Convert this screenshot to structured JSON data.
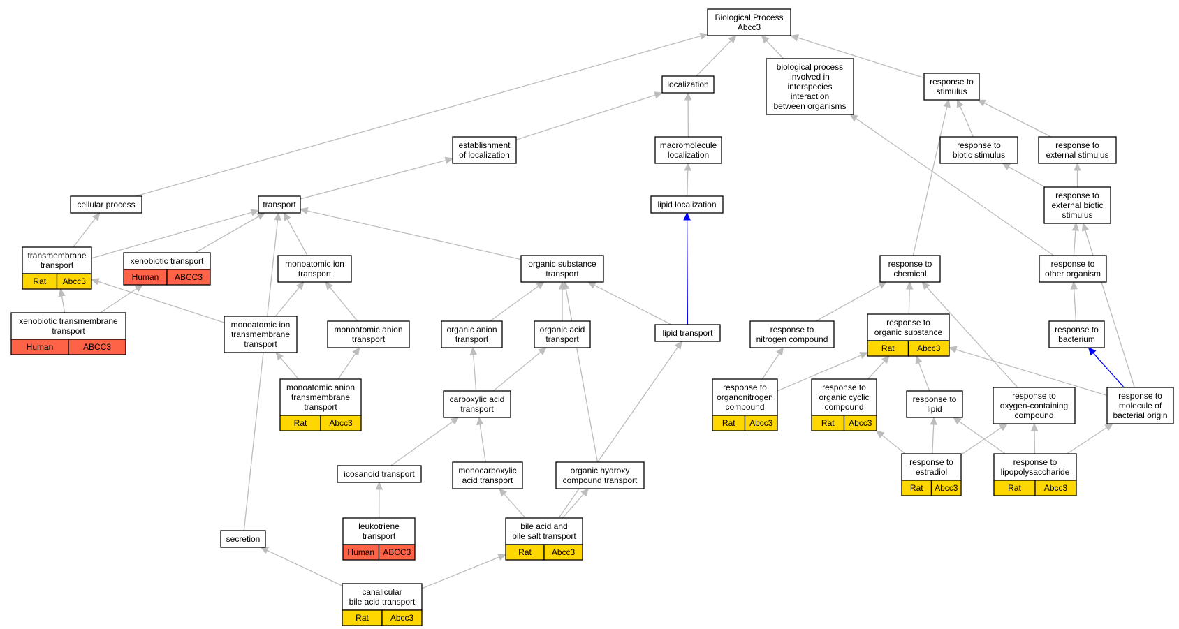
{
  "colors": {
    "rat": "#ffd700",
    "human": "#ff6347",
    "edge": "#bdbdbd",
    "highlight_edge": "#0000ff"
  },
  "nodes": [
    {
      "id": "bp",
      "lines": [
        "Biological Process",
        "Abcc3"
      ]
    },
    {
      "id": "localization",
      "lines": [
        "localization"
      ]
    },
    {
      "id": "interspecies",
      "lines": [
        "biological process",
        "involved in",
        "interspecies",
        "interaction",
        "between organisms"
      ]
    },
    {
      "id": "resp_stim",
      "lines": [
        "response to",
        "stimulus"
      ]
    },
    {
      "id": "estab_loc",
      "lines": [
        "establishment",
        "of localization"
      ]
    },
    {
      "id": "macro_loc",
      "lines": [
        "macromolecule",
        "localization"
      ]
    },
    {
      "id": "resp_biotic",
      "lines": [
        "response to",
        "biotic stimulus"
      ]
    },
    {
      "id": "resp_external",
      "lines": [
        "response to",
        "external stimulus"
      ]
    },
    {
      "id": "cellular_process",
      "lines": [
        "cellular process"
      ]
    },
    {
      "id": "transport",
      "lines": [
        "transport"
      ]
    },
    {
      "id": "lipid_loc",
      "lines": [
        "lipid localization"
      ]
    },
    {
      "id": "resp_ext_biotic",
      "lines": [
        "response to",
        "external biotic",
        "stimulus"
      ]
    },
    {
      "id": "tm_transport",
      "lines": [
        "transmembrane",
        "transport"
      ],
      "species": [
        "Rat",
        "Abcc3"
      ],
      "color": "rat"
    },
    {
      "id": "xeno_transport",
      "lines": [
        "xenobiotic transport"
      ],
      "species": [
        "Human",
        "ABCC3"
      ],
      "color": "human"
    },
    {
      "id": "ion_transport",
      "lines": [
        "monoatomic ion",
        "transport"
      ]
    },
    {
      "id": "org_sub_transport",
      "lines": [
        "organic substance",
        "transport"
      ]
    },
    {
      "id": "resp_chem",
      "lines": [
        "response to",
        "chemical"
      ]
    },
    {
      "id": "resp_other_org",
      "lines": [
        "response to",
        "other organism"
      ]
    },
    {
      "id": "xeno_tm",
      "lines": [
        "xenobiotic transmembrane",
        "transport"
      ],
      "species": [
        "Human",
        "ABCC3"
      ],
      "color": "human"
    },
    {
      "id": "ion_tm",
      "lines": [
        "monoatomic ion",
        "transmembrane",
        "transport"
      ]
    },
    {
      "id": "anion_transport",
      "lines": [
        "monoatomic anion",
        "transport"
      ]
    },
    {
      "id": "org_anion",
      "lines": [
        "organic anion",
        "transport"
      ]
    },
    {
      "id": "org_acid",
      "lines": [
        "organic acid",
        "transport"
      ]
    },
    {
      "id": "lipid_transport",
      "lines": [
        "lipid transport"
      ]
    },
    {
      "id": "resp_nitrogen",
      "lines": [
        "response to",
        "nitrogen compound"
      ]
    },
    {
      "id": "resp_org_sub",
      "lines": [
        "response to",
        "organic substance"
      ],
      "species": [
        "Rat",
        "Abcc3"
      ],
      "color": "rat"
    },
    {
      "id": "resp_bacterium",
      "lines": [
        "response to",
        "bacterium"
      ]
    },
    {
      "id": "anion_tm",
      "lines": [
        "monoatomic anion",
        "transmembrane",
        "transport"
      ],
      "species": [
        "Rat",
        "Abcc3"
      ],
      "color": "rat"
    },
    {
      "id": "carboxylic",
      "lines": [
        "carboxylic acid",
        "transport"
      ]
    },
    {
      "id": "resp_organonitrogen",
      "lines": [
        "response to",
        "organonitrogen",
        "compound"
      ],
      "species": [
        "Rat",
        "Abcc3"
      ],
      "color": "rat"
    },
    {
      "id": "resp_cyclic",
      "lines": [
        "response to",
        "organic cyclic",
        "compound"
      ],
      "species": [
        "Rat",
        "Abcc3"
      ],
      "color": "rat"
    },
    {
      "id": "resp_lipid",
      "lines": [
        "response to",
        "lipid"
      ]
    },
    {
      "id": "resp_oxygen",
      "lines": [
        "response to",
        "oxygen-containing",
        "compound"
      ]
    },
    {
      "id": "resp_mol_bact",
      "lines": [
        "response to",
        "molecule of",
        "bacterial origin"
      ]
    },
    {
      "id": "icosanoid",
      "lines": [
        "icosanoid transport"
      ]
    },
    {
      "id": "monocarboxylic",
      "lines": [
        "monocarboxylic",
        "acid transport"
      ]
    },
    {
      "id": "hydroxy",
      "lines": [
        "organic hydroxy",
        "compound transport"
      ]
    },
    {
      "id": "resp_estradiol",
      "lines": [
        "response to",
        "estradiol"
      ],
      "species": [
        "Rat",
        "Abcc3"
      ],
      "color": "rat"
    },
    {
      "id": "resp_lps",
      "lines": [
        "response to",
        "lipopolysaccharide"
      ],
      "species": [
        "Rat",
        "Abcc3"
      ],
      "color": "rat"
    },
    {
      "id": "leukotriene",
      "lines": [
        "leukotriene",
        "transport"
      ],
      "species": [
        "Human",
        "ABCC3"
      ],
      "color": "human"
    },
    {
      "id": "bile_acid",
      "lines": [
        "bile acid and",
        "bile salt transport"
      ],
      "species": [
        "Rat",
        "Abcc3"
      ],
      "color": "rat"
    },
    {
      "id": "secretion",
      "lines": [
        "secretion"
      ]
    },
    {
      "id": "canalicular",
      "lines": [
        "canalicular",
        "bile acid transport"
      ],
      "species": [
        "Rat",
        "Abcc3"
      ],
      "color": "rat"
    }
  ],
  "edges": [
    {
      "from": "cellular_process",
      "to": "bp"
    },
    {
      "from": "localization",
      "to": "bp"
    },
    {
      "from": "interspecies",
      "to": "bp"
    },
    {
      "from": "resp_stim",
      "to": "bp"
    },
    {
      "from": "estab_loc",
      "to": "localization"
    },
    {
      "from": "macro_loc",
      "to": "localization"
    },
    {
      "from": "resp_biotic",
      "to": "resp_stim"
    },
    {
      "from": "resp_external",
      "to": "resp_stim"
    },
    {
      "from": "resp_chem",
      "to": "resp_stim"
    },
    {
      "from": "resp_other_org",
      "to": "interspecies"
    },
    {
      "from": "transport",
      "to": "estab_loc"
    },
    {
      "from": "lipid_loc",
      "to": "macro_loc"
    },
    {
      "from": "resp_ext_biotic",
      "to": "resp_biotic"
    },
    {
      "from": "resp_ext_biotic",
      "to": "resp_external"
    },
    {
      "from": "tm_transport",
      "to": "cellular_process"
    },
    {
      "from": "tm_transport",
      "to": "transport"
    },
    {
      "from": "xeno_transport",
      "to": "transport"
    },
    {
      "from": "ion_transport",
      "to": "transport"
    },
    {
      "from": "org_sub_transport",
      "to": "transport"
    },
    {
      "from": "secretion",
      "to": "transport"
    },
    {
      "from": "lipid_transport",
      "to": "lipid_loc",
      "highlight": true
    },
    {
      "from": "lipid_transport",
      "to": "org_sub_transport"
    },
    {
      "from": "resp_other_org",
      "to": "resp_ext_biotic"
    },
    {
      "from": "resp_mol_bact",
      "to": "resp_ext_biotic"
    },
    {
      "from": "resp_bacterium",
      "to": "resp_other_org"
    },
    {
      "from": "resp_mol_bact",
      "to": "resp_bacterium",
      "highlight": true
    },
    {
      "from": "xeno_tm",
      "to": "tm_transport"
    },
    {
      "from": "xeno_tm",
      "to": "xeno_transport"
    },
    {
      "from": "ion_tm",
      "to": "tm_transport"
    },
    {
      "from": "ion_tm",
      "to": "ion_transport"
    },
    {
      "from": "anion_transport",
      "to": "ion_transport"
    },
    {
      "from": "anion_tm",
      "to": "ion_tm"
    },
    {
      "from": "anion_tm",
      "to": "anion_transport"
    },
    {
      "from": "org_anion",
      "to": "org_sub_transport"
    },
    {
      "from": "org_acid",
      "to": "org_sub_transport"
    },
    {
      "from": "hydroxy",
      "to": "org_sub_transport"
    },
    {
      "from": "carboxylic",
      "to": "org_anion"
    },
    {
      "from": "carboxylic",
      "to": "org_acid"
    },
    {
      "from": "icosanoid",
      "to": "carboxylic"
    },
    {
      "from": "monocarboxylic",
      "to": "carboxylic"
    },
    {
      "from": "leukotriene",
      "to": "icosanoid"
    },
    {
      "from": "bile_acid",
      "to": "monocarboxylic"
    },
    {
      "from": "bile_acid",
      "to": "hydroxy"
    },
    {
      "from": "bile_acid",
      "to": "lipid_transport"
    },
    {
      "from": "canalicular",
      "to": "bile_acid"
    },
    {
      "from": "canalicular",
      "to": "secretion"
    },
    {
      "from": "resp_nitrogen",
      "to": "resp_chem"
    },
    {
      "from": "resp_org_sub",
      "to": "resp_chem"
    },
    {
      "from": "resp_oxygen",
      "to": "resp_chem"
    },
    {
      "from": "resp_organonitrogen",
      "to": "resp_nitrogen"
    },
    {
      "from": "resp_organonitrogen",
      "to": "resp_org_sub"
    },
    {
      "from": "resp_cyclic",
      "to": "resp_org_sub"
    },
    {
      "from": "resp_lipid",
      "to": "resp_org_sub"
    },
    {
      "from": "resp_mol_bact",
      "to": "resp_org_sub"
    },
    {
      "from": "resp_estradiol",
      "to": "resp_lipid"
    },
    {
      "from": "resp_estradiol",
      "to": "resp_cyclic"
    },
    {
      "from": "resp_estradiol",
      "to": "resp_oxygen"
    },
    {
      "from": "resp_lps",
      "to": "resp_lipid"
    },
    {
      "from": "resp_lps",
      "to": "resp_oxygen"
    },
    {
      "from": "resp_lps",
      "to": "resp_mol_bact"
    }
  ]
}
